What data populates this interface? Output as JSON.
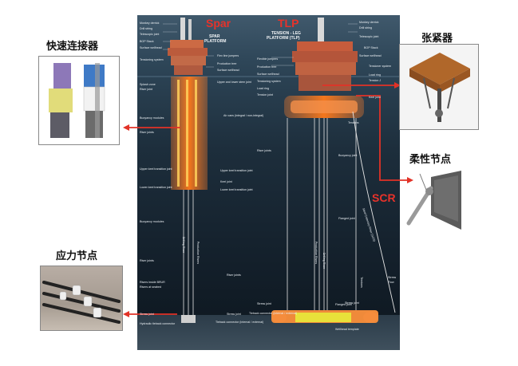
{
  "labels": {
    "connector": "快速连接器",
    "stress_joint": "应力节点",
    "tensioner": "张紧器",
    "flex_joint": "柔性节点",
    "spar": "Spar",
    "tlp": "TLP",
    "scr": "SCR"
  },
  "spar": {
    "title_line1": "SPAR",
    "title_line2": "PLATFORM",
    "left_callouts": [
      "Monkey derrick",
      "Drill string",
      "Telescopic joint",
      "BOP Stack",
      "Surface wellhead",
      "Tensioning system",
      "Splash zone",
      "Riser joint",
      "Buoyancy modules",
      "Riser joints",
      "Upper keel transition joint",
      "Lower keel transition joint",
      "Buoyancy modules",
      "Riser joints",
      "Risers inside BRUR",
      "Risers at seabed",
      "Stress joint",
      "Hydraulic tieback connector"
    ],
    "right_callouts": [
      "Flex line jumpers",
      "Production tree",
      "Surface wellhead",
      "Upper and lower stem joint",
      "Air cans (integral / non-integral)",
      "Upper keel transition joint",
      "Keel joint",
      "Lower keel transition joint",
      "Riser joints",
      "Stress joint",
      "Tieback connector (internal / external)"
    ],
    "vertical_labels": [
      "Drilling Riser",
      "Production Risers"
    ]
  },
  "tlp": {
    "title_line1": "TENSION - LEG",
    "title_line2": "PLATFORM (TLP)",
    "left_callouts": [
      "Flexible jumpers",
      "Production tree",
      "Surface wellhead",
      "Tensioning system",
      "Load ring",
      "Tension joint",
      "Riser joints",
      "Stress joint",
      "Tieback connector (internal / external)"
    ],
    "right_callouts": [
      "Monkey derrick",
      "Drill string",
      "Telescopic joint",
      "BOP Stack",
      "Surface wellhead",
      "Tensioner system",
      "Load ring",
      "Tension J",
      "Keel joint",
      "Tendons",
      "Buoyancy joint",
      "Flanged joint",
      "Flanged joint",
      "Stress joint",
      "Wellhead template"
    ],
    "vertical_labels": [
      "Production Risers",
      "Drilling Riser",
      "Steel Catenary Riser (SCR)",
      "Tendons"
    ],
    "misc": [
      "Stress",
      "Flow"
    ]
  }
}
